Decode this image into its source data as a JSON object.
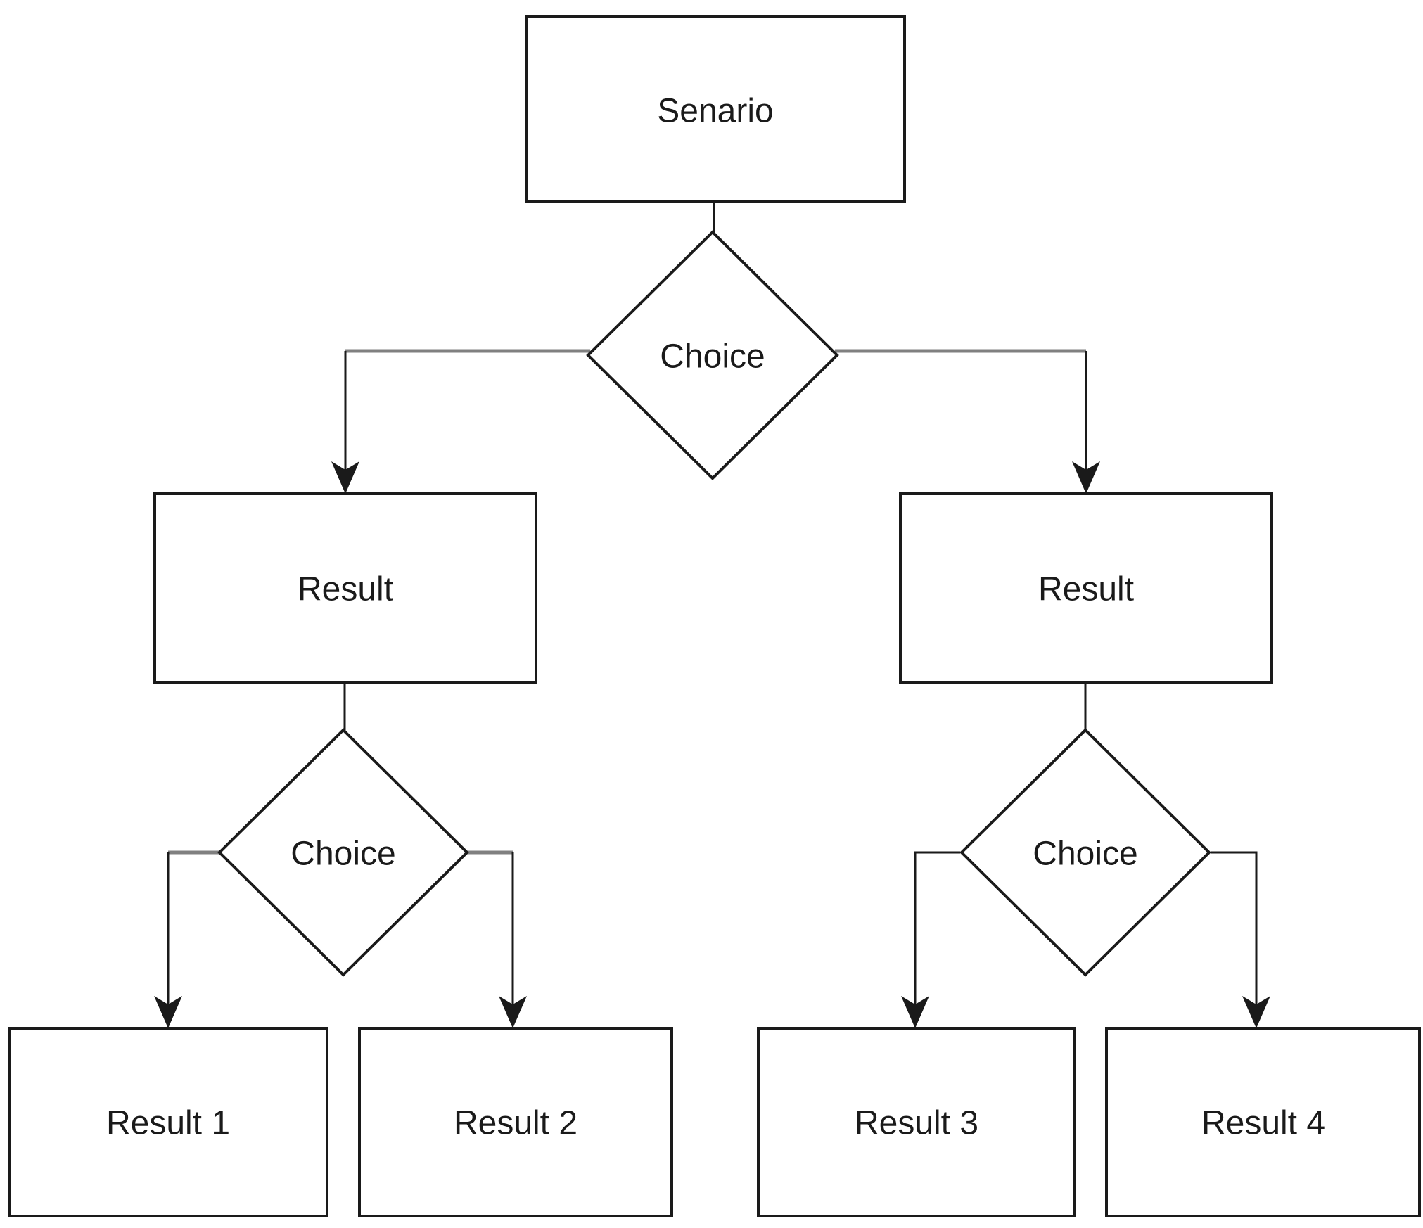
{
  "diagram": {
    "type": "flowchart-decision-tree",
    "background": "#ffffff",
    "colors": {
      "shape_fill": "#ffffff",
      "shape_border": "#1a1a1a",
      "text": "#1a1a1a",
      "connector_black": "#1a1a1a",
      "connector_gray": "#808080"
    },
    "nodes": {
      "scenario": {
        "label": "Senario",
        "shape": "rectangle",
        "level": 1
      },
      "choice_top": {
        "label": "Choice",
        "shape": "diamond",
        "level": 2
      },
      "result_left": {
        "label": "Result",
        "shape": "rectangle",
        "level": 3
      },
      "result_right": {
        "label": "Result",
        "shape": "rectangle",
        "level": 3
      },
      "choice_left": {
        "label": "Choice",
        "shape": "diamond",
        "level": 4
      },
      "choice_right": {
        "label": "Choice",
        "shape": "diamond",
        "level": 4
      },
      "result_1": {
        "label": "Result 1",
        "shape": "rectangle",
        "level": 5
      },
      "result_2": {
        "label": "Result 2",
        "shape": "rectangle",
        "level": 5
      },
      "result_3": {
        "label": "Result 3",
        "shape": "rectangle",
        "level": 5
      },
      "result_4": {
        "label": "Result 4",
        "shape": "rectangle",
        "level": 5
      }
    },
    "edges": [
      {
        "from": "scenario",
        "to": "choice_top",
        "connector": "black",
        "arrowhead": false
      },
      {
        "from": "choice_top",
        "to": "result_left",
        "connector": "gray-horizontal-black-vertical",
        "arrowhead": true
      },
      {
        "from": "choice_top",
        "to": "result_right",
        "connector": "gray-horizontal-black-vertical",
        "arrowhead": true
      },
      {
        "from": "result_left",
        "to": "choice_left",
        "connector": "black",
        "arrowhead": false
      },
      {
        "from": "result_right",
        "to": "choice_right",
        "connector": "black",
        "arrowhead": false
      },
      {
        "from": "choice_left",
        "to": "result_1",
        "connector": "gray-horizontal-black-vertical",
        "arrowhead": true
      },
      {
        "from": "choice_left",
        "to": "result_2",
        "connector": "gray-horizontal-black-vertical",
        "arrowhead": true
      },
      {
        "from": "choice_right",
        "to": "result_3",
        "connector": "black",
        "arrowhead": true
      },
      {
        "from": "choice_right",
        "to": "result_4",
        "connector": "black",
        "arrowhead": true
      }
    ]
  }
}
